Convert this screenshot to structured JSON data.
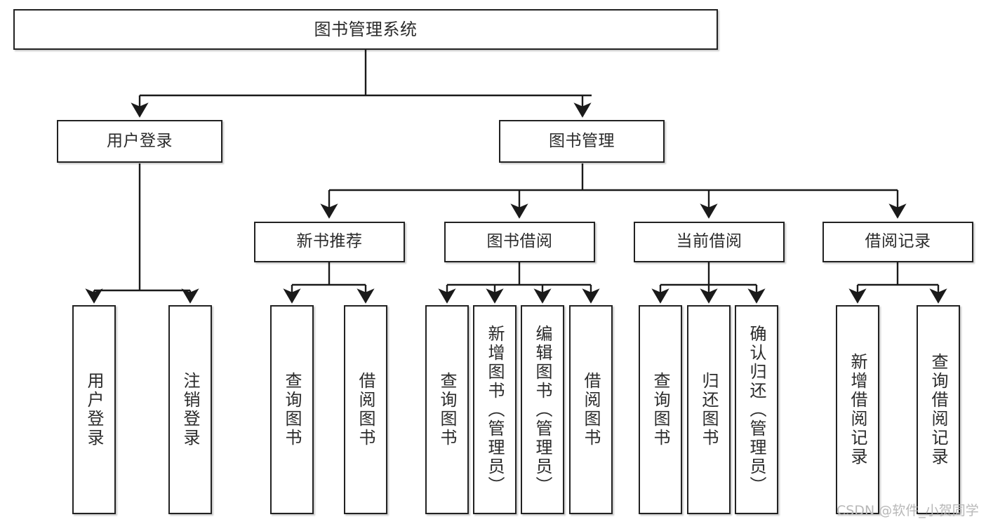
{
  "diagram": {
    "title": "图书管理系统",
    "type": "tree-hierarchy-chart",
    "watermark": "CSDN @软件_小贺同学",
    "colors": {
      "box_border": "#222222",
      "box_fill": "#ffffff",
      "edge": "#1a1a1a",
      "text": "#2b2b2b",
      "watermark": "#b8b8b8",
      "background": "#ffffff"
    },
    "nodes": {
      "root": {
        "label": "图书管理系统"
      },
      "level2": [
        {
          "id": "user-login",
          "label": "用户登录"
        },
        {
          "id": "book-manage",
          "label": "图书管理"
        }
      ],
      "level3": [
        {
          "id": "new-book-recommend",
          "label": "新书推荐"
        },
        {
          "id": "book-borrow",
          "label": "图书借阅"
        },
        {
          "id": "current-borrow",
          "label": "当前借阅"
        },
        {
          "id": "borrow-record",
          "label": "借阅记录"
        }
      ],
      "leaves": {
        "user-login": [
          {
            "id": "leaf-user-login",
            "label": "用户登录"
          },
          {
            "id": "leaf-logout",
            "label": "注销登录"
          }
        ],
        "new-book-recommend": [
          {
            "id": "leaf-query-book-1",
            "label": "查询图书"
          },
          {
            "id": "leaf-borrow-book-1",
            "label": "借阅图书"
          }
        ],
        "book-borrow": [
          {
            "id": "leaf-query-book-2",
            "label": "查询图书"
          },
          {
            "id": "leaf-add-book",
            "label": "新增图书（管理员）"
          },
          {
            "id": "leaf-edit-book",
            "label": "编辑图书（管理员）"
          },
          {
            "id": "leaf-borrow-book-2",
            "label": "借阅图书"
          }
        ],
        "current-borrow": [
          {
            "id": "leaf-query-book-3",
            "label": "查询图书"
          },
          {
            "id": "leaf-return-book",
            "label": "归还图书"
          },
          {
            "id": "leaf-confirm-return",
            "label": "确认归还（管理员）"
          }
        ],
        "borrow-record": [
          {
            "id": "leaf-add-record",
            "label": "新增借阅记录"
          },
          {
            "id": "leaf-query-record",
            "label": "查询借阅记录"
          }
        ]
      }
    }
  }
}
